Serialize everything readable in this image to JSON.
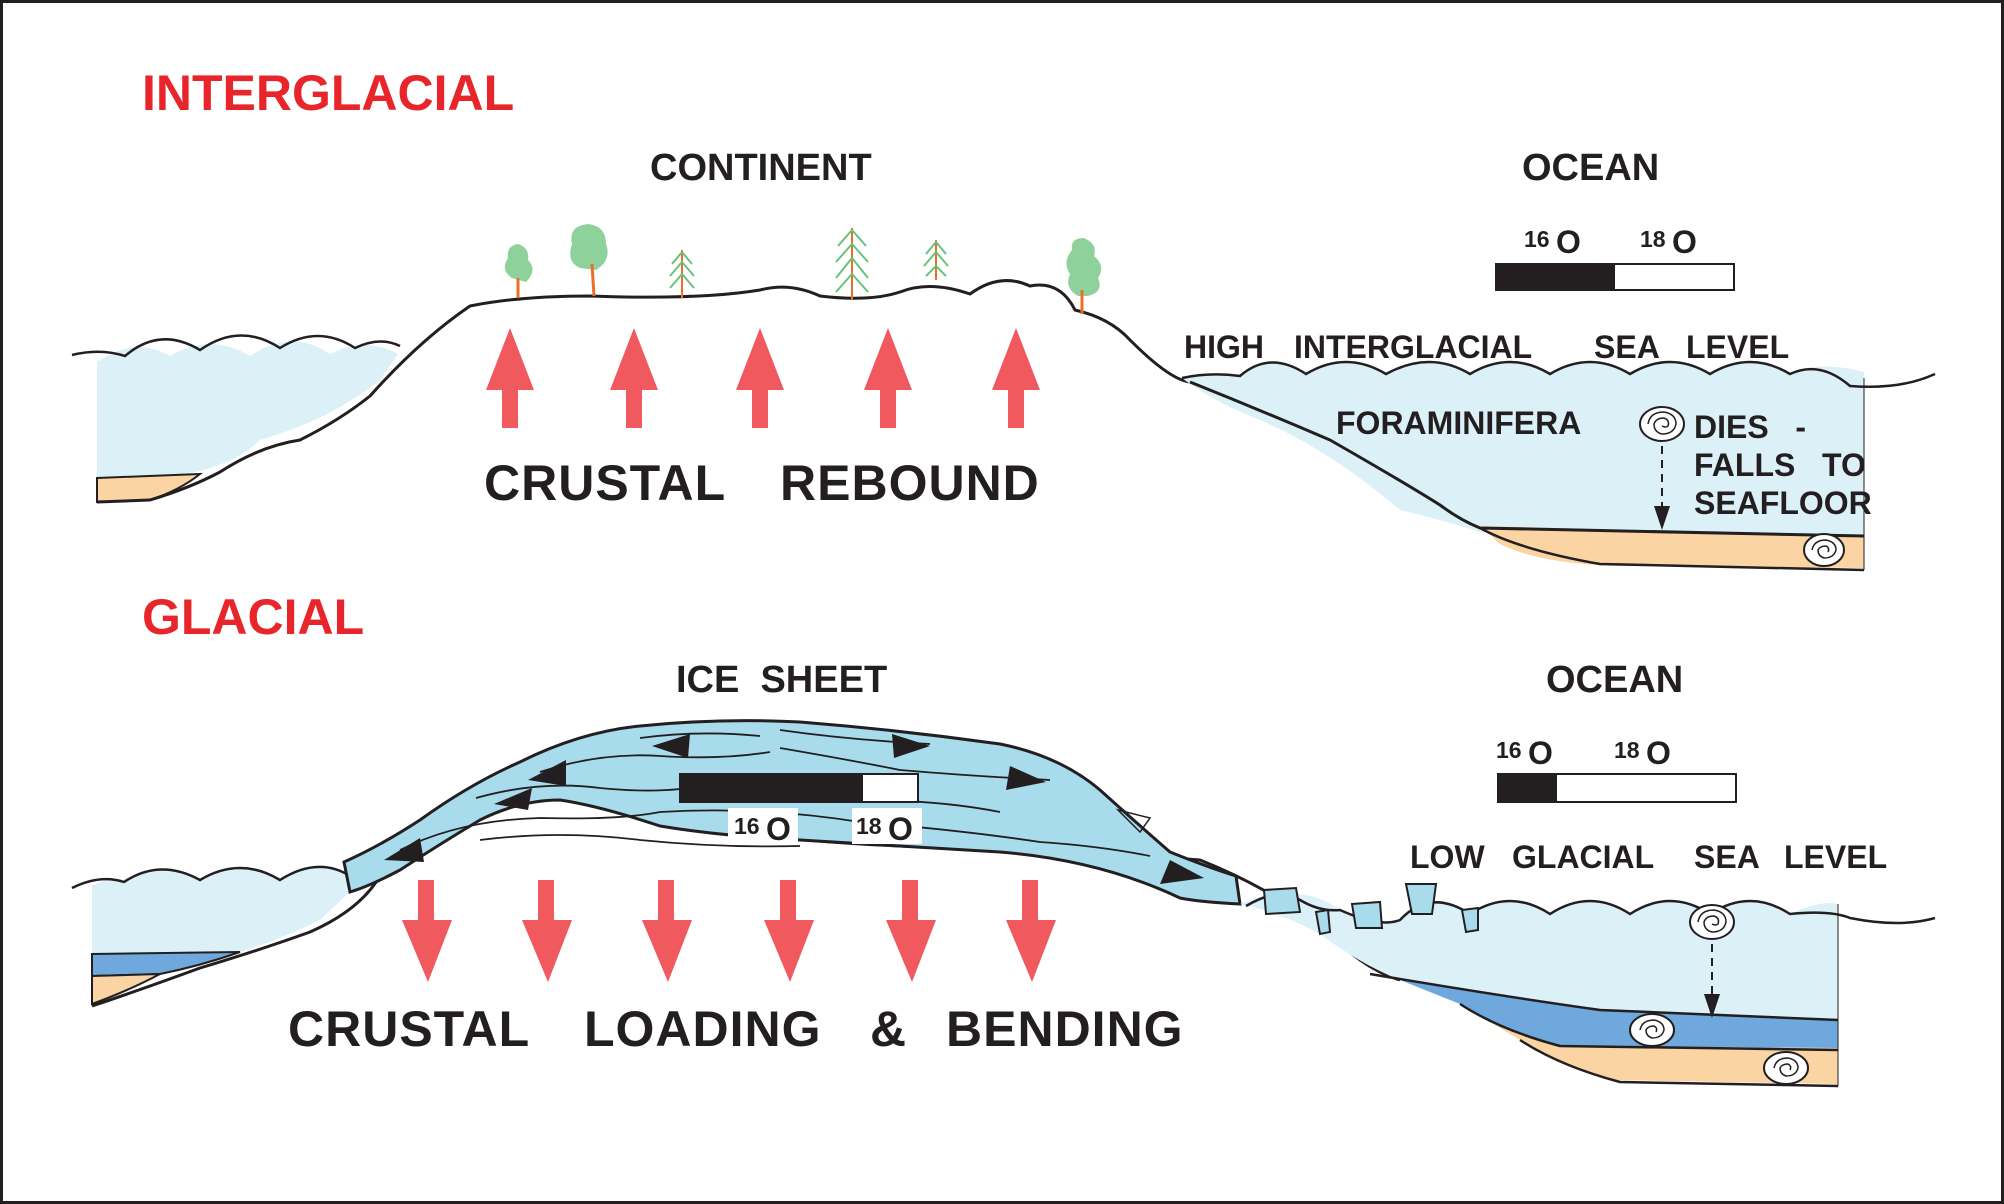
{
  "interglacial": {
    "title": "INTERGLACIAL",
    "continent_label": "CONTINENT",
    "ocean_label": "OCEAN",
    "isotope_16": "16",
    "isotope_18": "18",
    "isotope_o": "O",
    "ocean_ratio_16_fraction": 0.5,
    "sea_level_words": [
      "HIGH",
      "INTERGLACIAL",
      "SEA",
      "LEVEL"
    ],
    "foraminifera_label": "FORAMINIFERA",
    "dies_lines": [
      "DIES   -",
      "FALLS   TO",
      "SEAFLOOR"
    ],
    "rebound_words": [
      "CRUSTAL",
      "REBOUND"
    ]
  },
  "glacial": {
    "title": "GLACIAL",
    "ice_sheet_label": "ICE  SHEET",
    "ocean_label": "OCEAN",
    "isotope_16": "16",
    "isotope_18": "18",
    "isotope_o": "O",
    "ocean_ratio_16_fraction": 0.25,
    "ice_ratio_16_fraction": 0.77,
    "sea_level_words": [
      "LOW",
      "GLACIAL",
      "SEA",
      "LEVEL"
    ],
    "loading_words": [
      "CRUSTAL",
      "LOADING",
      "&",
      "BENDING"
    ]
  },
  "colors": {
    "red_title": "#e8252a",
    "arrow_red": "#f05a5f",
    "ocean_water": "#dcf0f8",
    "sediment": "#fbd4a4",
    "ice": "#a8dcec",
    "glacial_layer": "#6fa8dc",
    "tree_green": "#8fd19a",
    "trunk_orange": "#e8702a",
    "text_dark": "#231f20"
  }
}
